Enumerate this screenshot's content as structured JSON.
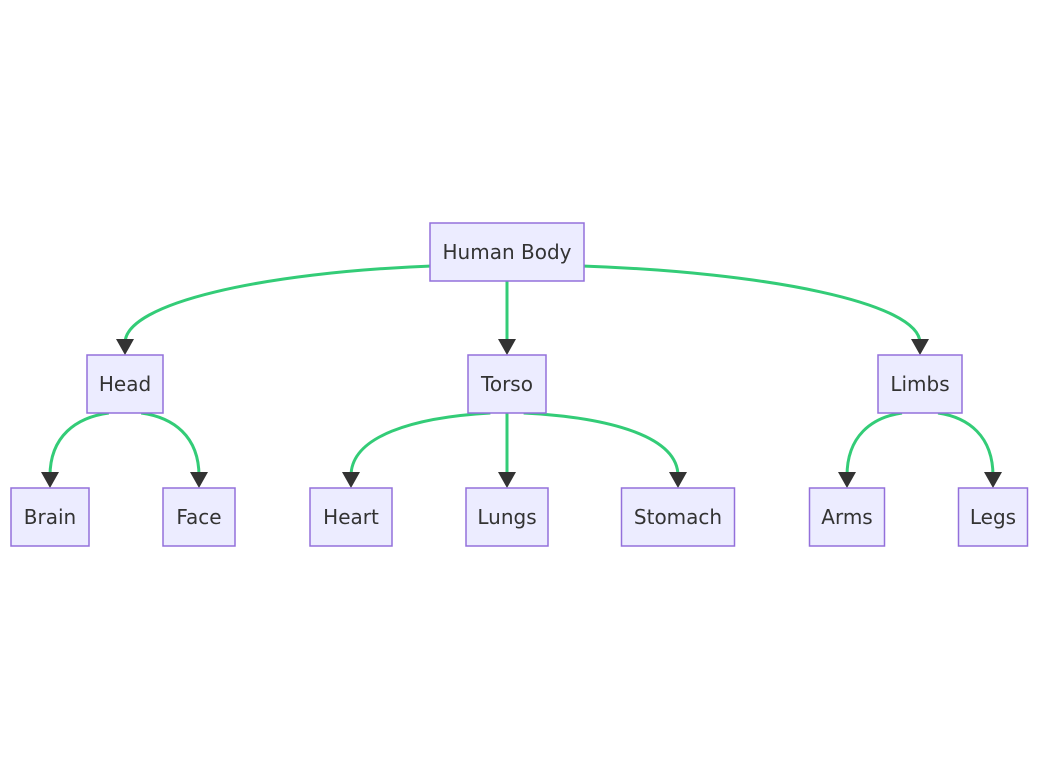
{
  "colors": {
    "node_fill": "#ececff",
    "node_border": "#9370db",
    "edge": "#33cc77",
    "arrowhead": "#333333",
    "text": "#333333",
    "background": "#ffffff"
  },
  "nodes": [
    {
      "id": "body",
      "label": "Human Body"
    },
    {
      "id": "head",
      "label": "Head"
    },
    {
      "id": "torso",
      "label": "Torso"
    },
    {
      "id": "limbs",
      "label": "Limbs"
    },
    {
      "id": "brain",
      "label": "Brain"
    },
    {
      "id": "face",
      "label": "Face"
    },
    {
      "id": "heart",
      "label": "Heart"
    },
    {
      "id": "lungs",
      "label": "Lungs"
    },
    {
      "id": "stomach",
      "label": "Stomach"
    },
    {
      "id": "arms",
      "label": "Arms"
    },
    {
      "id": "legs",
      "label": "Legs"
    }
  ],
  "edges": [
    {
      "from": "body",
      "to": "head"
    },
    {
      "from": "body",
      "to": "torso"
    },
    {
      "from": "body",
      "to": "limbs"
    },
    {
      "from": "head",
      "to": "brain"
    },
    {
      "from": "head",
      "to": "face"
    },
    {
      "from": "torso",
      "to": "heart"
    },
    {
      "from": "torso",
      "to": "lungs"
    },
    {
      "from": "torso",
      "to": "stomach"
    },
    {
      "from": "limbs",
      "to": "arms"
    },
    {
      "from": "limbs",
      "to": "legs"
    }
  ]
}
